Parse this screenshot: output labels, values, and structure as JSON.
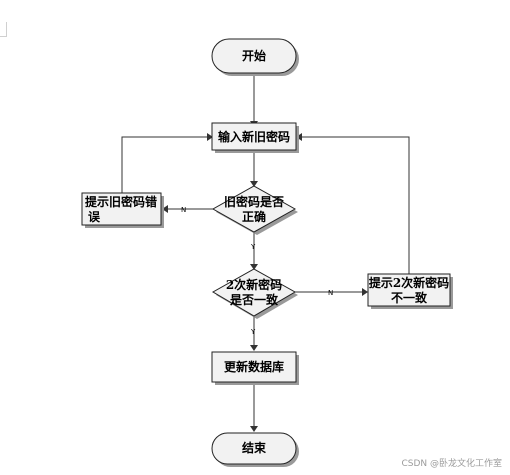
{
  "nodes": {
    "start": "开始",
    "input": "输入新旧密码",
    "check_old_1": "旧密码是否",
    "check_old_2": "正确",
    "error_old_1": "提示旧密码错",
    "error_old_2": "误",
    "check_twice_1": "2次新密码",
    "check_twice_2": "是否一致",
    "error_twice_1": "提示2次新密码",
    "error_twice_2": "不一致",
    "update": "更新数据库",
    "end": "结束"
  },
  "edges": {
    "old_no": "N",
    "old_yes": "Y",
    "twice_no": "N",
    "twice_yes": "Y"
  },
  "watermark": "CSDN @卧龙文化工作室"
}
